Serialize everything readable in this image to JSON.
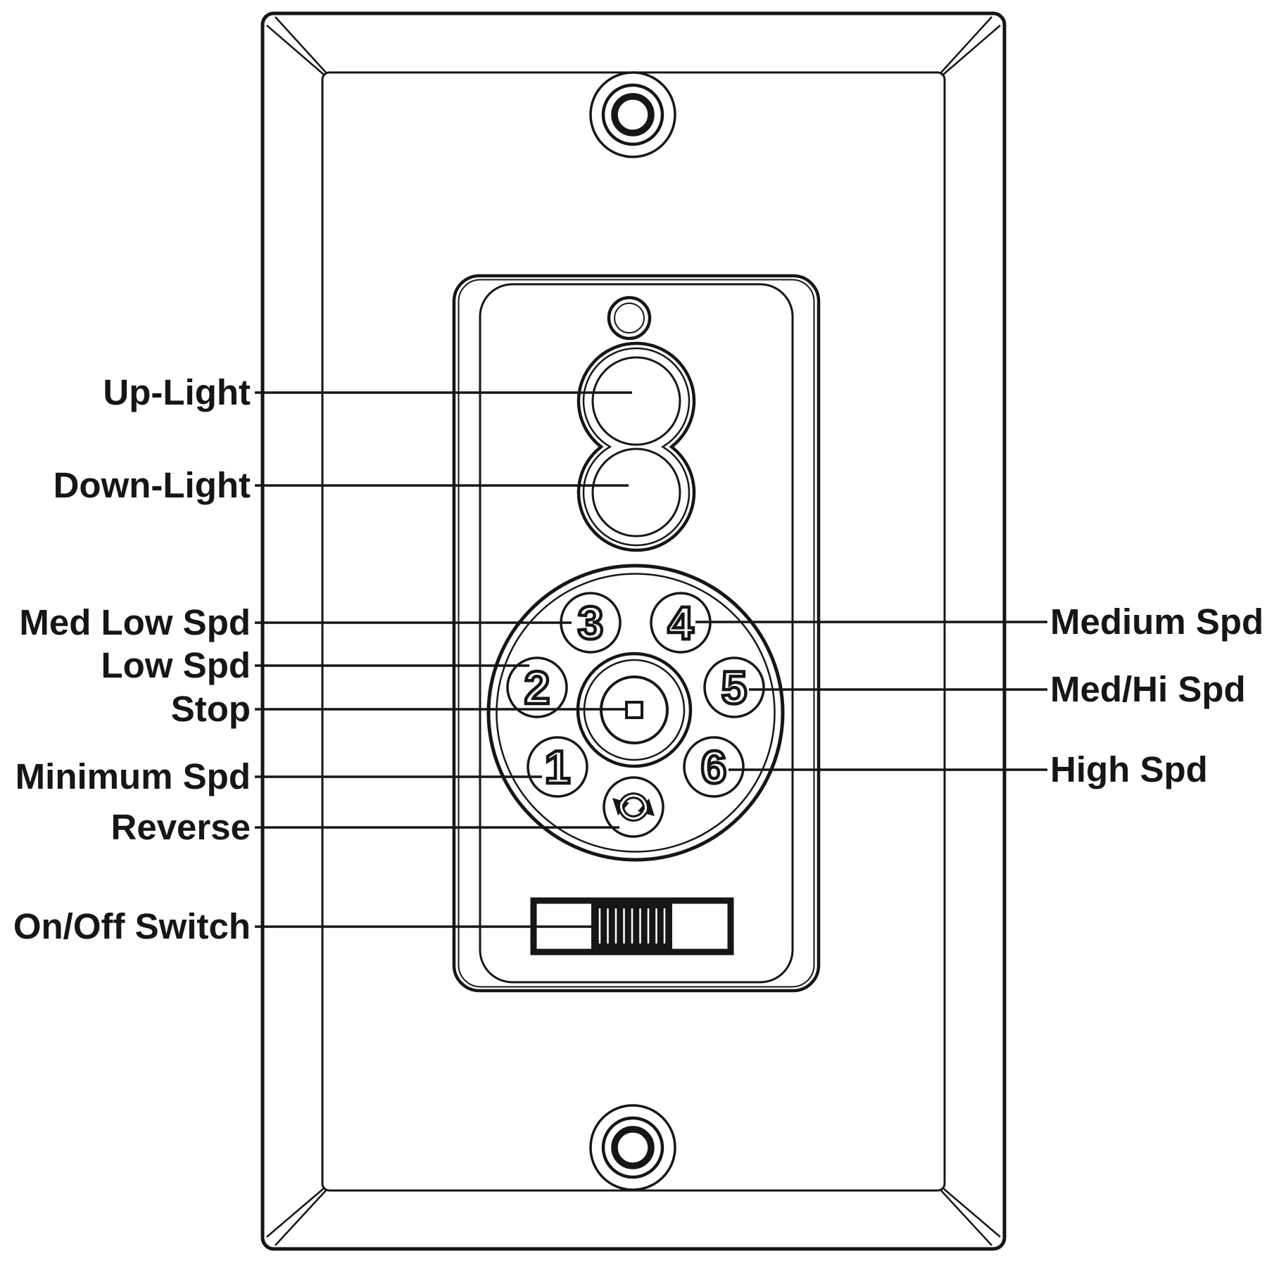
{
  "diagram": {
    "kind": "fan-wall-control-diagram",
    "colors": {
      "ink": "#161616",
      "background": "#ffffff"
    },
    "labels_left": [
      {
        "text": "Up-Light"
      },
      {
        "text": "Down-Light"
      },
      {
        "text": "Med Low Spd"
      },
      {
        "text": "Low Spd"
      },
      {
        "text": "Stop"
      },
      {
        "text": "Minimum Spd"
      },
      {
        "text": "Reverse"
      },
      {
        "text": "On/Off Switch"
      }
    ],
    "labels_right": [
      {
        "text": "Medium Spd"
      },
      {
        "text": "Med/Hi Spd"
      },
      {
        "text": "High Spd"
      }
    ],
    "keypad": {
      "digits": [
        "1",
        "2",
        "3",
        "4",
        "5",
        "6"
      ],
      "center_icon": "stop-square-icon",
      "reverse_icon": "reverse-arrows-icon"
    }
  }
}
